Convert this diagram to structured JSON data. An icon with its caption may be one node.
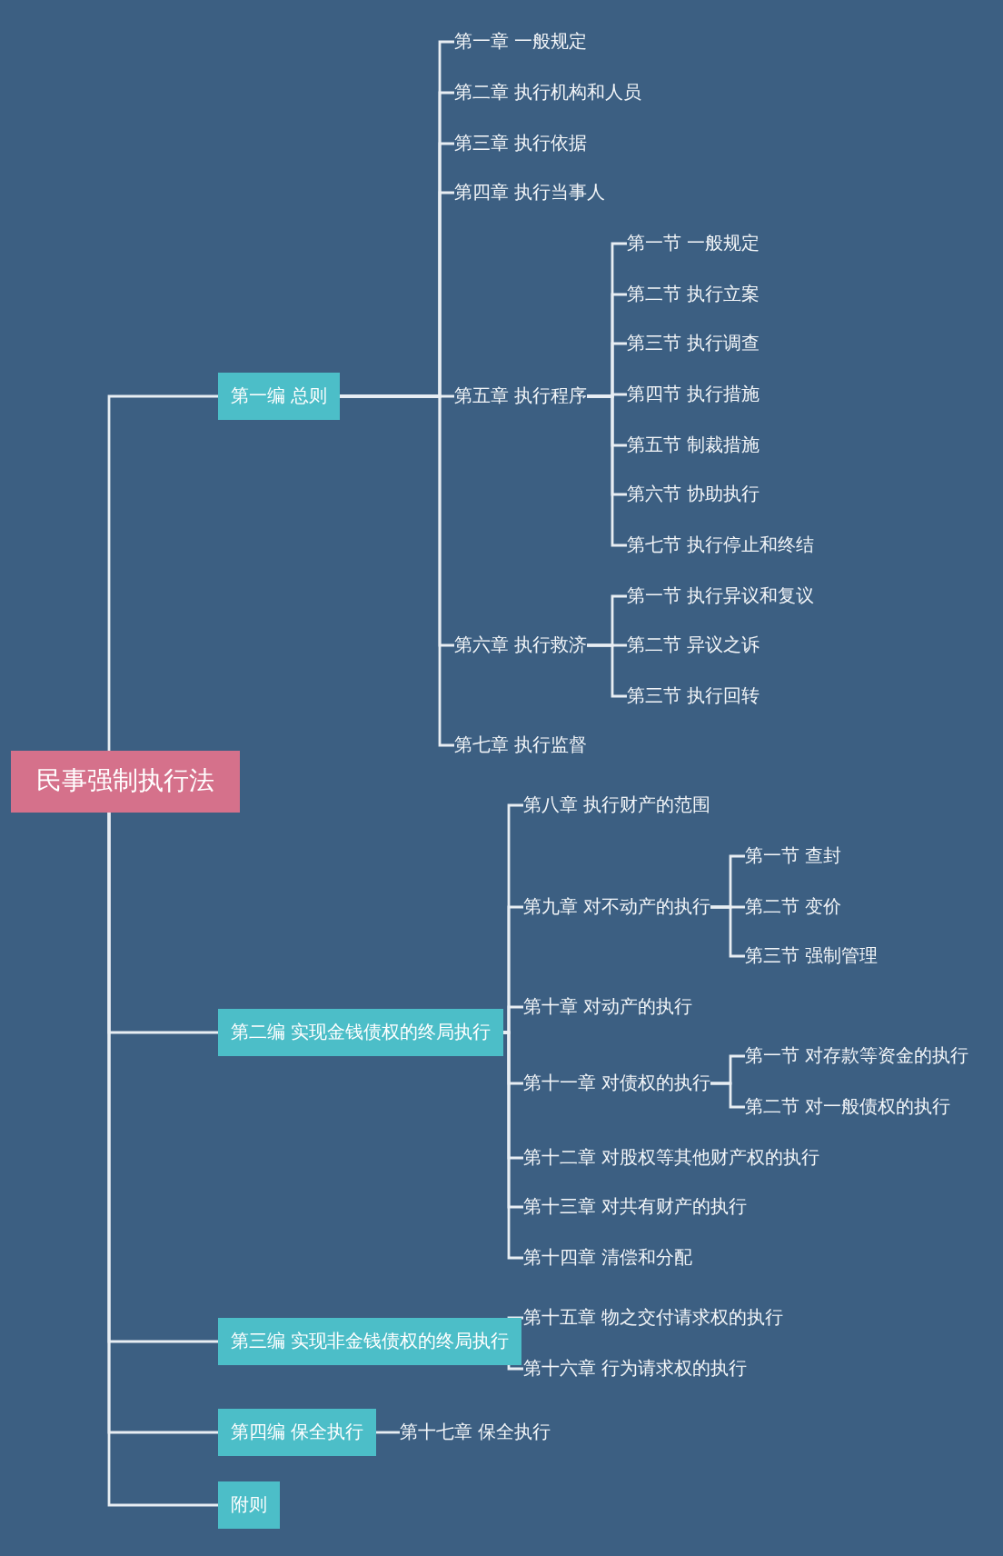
{
  "diagram": {
    "nodes": [
      {
        "text": [
          "民事强制执行法"
        ]
      },
      {
        "text": [
          "第一编 总则"
        ]
      },
      {
        "text": [
          "第一章 一般规定"
        ]
      },
      {
        "text": [
          "第二章 执行机构和人员"
        ]
      },
      {
        "text": [
          "第三章 执行依据"
        ]
      },
      {
        "text": [
          "第四章 执行当事人"
        ]
      },
      {
        "text": [
          "第五章 执行程序"
        ]
      },
      {
        "text": [
          "第一节 一般规定"
        ]
      },
      {
        "text": [
          "第二节 执行立案"
        ]
      },
      {
        "text": [
          "第三节 执行调查"
        ]
      },
      {
        "text": [
          "第四节 执行措施"
        ]
      },
      {
        "text": [
          "第五节 制裁措施"
        ]
      },
      {
        "text": [
          "第六节 协助执行"
        ]
      },
      {
        "text": [
          "第七节 执行停止和终结"
        ]
      },
      {
        "text": [
          "第六章 执行救济"
        ]
      },
      {
        "text": [
          "第一节 执行异议和复议"
        ]
      },
      {
        "text": [
          "第二节 异议之诉"
        ]
      },
      {
        "text": [
          "第三节 执行回转"
        ]
      },
      {
        "text": [
          "第七章 执行监督"
        ]
      },
      {
        "text": [
          "第二编 实现金钱债权的终局执行"
        ]
      },
      {
        "text": [
          "第八章 执行财产的范围"
        ]
      },
      {
        "text": [
          "第九章 对不动产的执行"
        ]
      },
      {
        "text": [
          "第一节 查封"
        ]
      },
      {
        "text": [
          "第二节 变价"
        ]
      },
      {
        "text": [
          "第三节 强制管理"
        ]
      },
      {
        "text": [
          "第十章 对动产的执行"
        ]
      },
      {
        "text": [
          "第十一章 对债权的执行"
        ]
      },
      {
        "text": [
          "第一节 对存款等资金的执行"
        ]
      },
      {
        "text": [
          "第二节 对一般债权的执行"
        ]
      },
      {
        "text": [
          "第十二章 对股权等其他财产权的执行"
        ]
      },
      {
        "text": [
          "第十三章 对共有财产的执行"
        ]
      },
      {
        "text": [
          "第十四章 清偿和分配"
        ]
      },
      {
        "text": [
          "第三编 实现非金钱债权的终局执行"
        ]
      },
      {
        "text": [
          "第十五章 物之交付请求权的执行"
        ]
      },
      {
        "text": [
          "第十六章 行为请求权的执行"
        ]
      },
      {
        "text": [
          "第四编 保全执行"
        ]
      },
      {
        "text": [
          "第十七章 保全执行"
        ]
      },
      {
        "text": [
          "附则"
        ]
      }
    ],
    "edges": [
      {
        "from": 0,
        "to": 1,
        "arrow": "none"
      },
      {
        "from": 1,
        "to": 2,
        "arrow": "none"
      },
      {
        "from": 1,
        "to": 3,
        "arrow": "none"
      },
      {
        "from": 1,
        "to": 4,
        "arrow": "none"
      },
      {
        "from": 1,
        "to": 5,
        "arrow": "none"
      },
      {
        "from": 1,
        "to": 6,
        "arrow": "none"
      },
      {
        "from": 6,
        "to": 7,
        "arrow": "none"
      },
      {
        "from": 6,
        "to": 8,
        "arrow": "none"
      },
      {
        "from": 6,
        "to": 9,
        "arrow": "none"
      },
      {
        "from": 6,
        "to": 10,
        "arrow": "none"
      },
      {
        "from": 6,
        "to": 11,
        "arrow": "none"
      },
      {
        "from": 6,
        "to": 12,
        "arrow": "none"
      },
      {
        "from": 6,
        "to": 13,
        "arrow": "none"
      },
      {
        "from": 1,
        "to": 14,
        "arrow": "none"
      },
      {
        "from": 14,
        "to": 15,
        "arrow": "none"
      },
      {
        "from": 14,
        "to": 16,
        "arrow": "none"
      },
      {
        "from": 14,
        "to": 17,
        "arrow": "none"
      },
      {
        "from": 1,
        "to": 18,
        "arrow": "none"
      },
      {
        "from": 0,
        "to": 19,
        "arrow": "none"
      },
      {
        "from": 19,
        "to": 20,
        "arrow": "none"
      },
      {
        "from": 19,
        "to": 21,
        "arrow": "none"
      },
      {
        "from": 21,
        "to": 22,
        "arrow": "none"
      },
      {
        "from": 21,
        "to": 23,
        "arrow": "none"
      },
      {
        "from": 21,
        "to": 24,
        "arrow": "none"
      },
      {
        "from": 19,
        "to": 25,
        "arrow": "none"
      },
      {
        "from": 19,
        "to": 26,
        "arrow": "none"
      },
      {
        "from": 26,
        "to": 27,
        "arrow": "none"
      },
      {
        "from": 26,
        "to": 28,
        "arrow": "none"
      },
      {
        "from": 19,
        "to": 29,
        "arrow": "none"
      },
      {
        "from": 19,
        "to": 30,
        "arrow": "none"
      },
      {
        "from": 19,
        "to": 31,
        "arrow": "none"
      },
      {
        "from": 0,
        "to": 32,
        "arrow": "none"
      },
      {
        "from": 32,
        "to": 33,
        "arrow": "none"
      },
      {
        "from": 32,
        "to": 34,
        "arrow": "none"
      },
      {
        "from": 0,
        "to": 35,
        "arrow": "none"
      },
      {
        "from": 35,
        "to": 36,
        "arrow": "none"
      },
      {
        "from": 0,
        "to": 37,
        "arrow": "none"
      }
    ]
  }
}
